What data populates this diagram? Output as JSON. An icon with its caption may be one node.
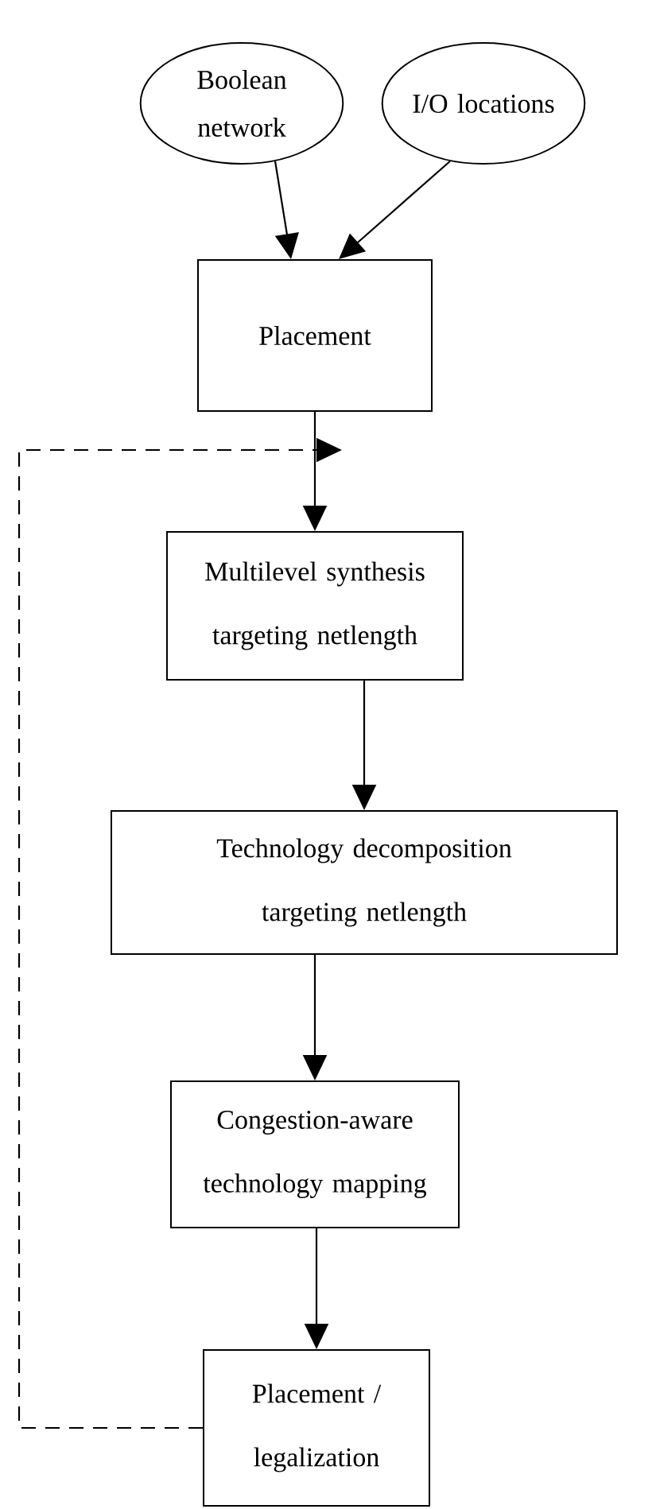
{
  "diagram": {
    "nodes": [
      {
        "text": [
          "Boolean network"
        ]
      },
      {
        "text": [
          "I/O locations"
        ]
      },
      {
        "text": [
          "Placement"
        ]
      },
      {
        "text": [
          "Multilevel synthesis targeting netlength"
        ]
      },
      {
        "text": [
          "Technology decomposition targeting netlength"
        ]
      },
      {
        "text": [
          "Congestion-aware technology mapping"
        ]
      },
      {
        "text": [
          "Placement / legalization"
        ]
      }
    ],
    "edges": [
      {
        "from": 0,
        "to": 2,
        "arrow": "to"
      },
      {
        "from": 1,
        "to": 2,
        "arrow": "to"
      },
      {
        "from": 2,
        "to": 3,
        "arrow": "to"
      },
      {
        "from": 3,
        "to": 4,
        "arrow": "to"
      },
      {
        "from": 4,
        "to": 5,
        "arrow": "to"
      },
      {
        "from": 5,
        "to": 6,
        "arrow": "to"
      },
      {
        "from": 6,
        "to": null,
        "arrow": "to",
        "style": "dashed"
      }
    ]
  }
}
